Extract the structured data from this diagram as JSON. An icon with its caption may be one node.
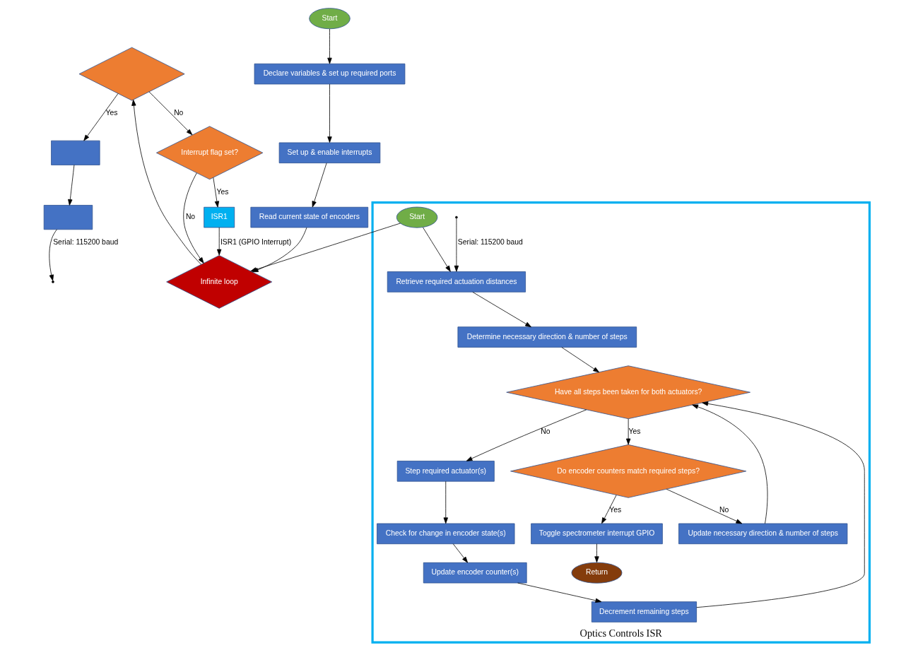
{
  "diagram": {
    "nodes": [
      {
        "text": [
          "Optics Controls ISR"
        ]
      },
      {
        "text": [
          "Start"
        ]
      },
      {
        "text": [
          "Declare variables & set up required ports"
        ]
      },
      {
        "text": [
          "Set up & enable interrupts"
        ]
      },
      {
        "text": [
          "Read current state of encoders"
        ]
      },
      {
        "text": [
          "Infinite loop"
        ]
      },
      {
        "text": [],
        "shape": "diamond"
      },
      {
        "text": [
          "Interrupt flag set?"
        ]
      },
      {
        "text": [
          "ISR1"
        ]
      },
      {
        "text": [],
        "shape": "box"
      },
      {
        "text": [],
        "shape": "box"
      },
      {
        "text": [
          "Start"
        ],
        "in": 0
      },
      {
        "text": [
          "Retrieve required actuation distances"
        ],
        "in": 0
      },
      {
        "text": [
          "Determine necessary direction & number of steps"
        ],
        "in": 0
      },
      {
        "text": [
          "Have all steps been taken for both actuators?"
        ],
        "in": 0
      },
      {
        "text": [
          "Step required actuator(s)"
        ],
        "in": 0
      },
      {
        "text": [
          "Check for change in encoder state(s)"
        ],
        "in": 0
      },
      {
        "text": [
          "Update encoder counter(s)"
        ],
        "in": 0
      },
      {
        "text": [
          "Decrement remaining steps"
        ],
        "in": 0
      },
      {
        "text": [
          "Do encoder counters match required steps?"
        ],
        "in": 0
      },
      {
        "text": [
          "Update necessary direction & number of steps"
        ],
        "in": 0
      },
      {
        "text": [
          "Toggle spectrometer interrupt GPIO"
        ],
        "in": 0
      },
      {
        "text": [
          "Return"
        ],
        "in": 0
      }
    ],
    "edges": [
      {
        "from": 1,
        "to": 2,
        "arrow": "to"
      },
      {
        "from": 2,
        "to": 3,
        "arrow": "to"
      },
      {
        "from": 3,
        "to": 4,
        "arrow": "to"
      },
      {
        "from": 4,
        "to": 5,
        "arrow": "to"
      },
      {
        "from": 5,
        "to": 6,
        "arrow": "to"
      },
      {
        "from": 6,
        "to": 7,
        "label": "No",
        "arrow": "to"
      },
      {
        "from": 7,
        "to": 5,
        "label": "No",
        "arrow": "to"
      },
      {
        "from": 7,
        "to": 8,
        "label": "Yes",
        "arrow": "to"
      },
      {
        "from": 8,
        "to": 5,
        "label": "ISR1 (GPIO Interrupt)",
        "arrow": "to"
      },
      {
        "from": 6,
        "to": 9,
        "label": "Yes",
        "arrow": "to"
      },
      {
        "from": 9,
        "to": 10,
        "arrow": "to"
      },
      {
        "from": 10,
        "to": null,
        "label": "Serial: 115200 baud",
        "arrow": "to"
      },
      {
        "from": 11,
        "to": 5,
        "arrow": "to"
      },
      {
        "from": null,
        "to": 12,
        "label": "Serial: 115200 baud",
        "arrow": "to"
      },
      {
        "from": 11,
        "to": 12,
        "arrow": "to"
      },
      {
        "from": 12,
        "to": 13,
        "arrow": "to"
      },
      {
        "from": 13,
        "to": 14,
        "arrow": "to"
      },
      {
        "from": 14,
        "to": 15,
        "label": "No",
        "arrow": "to"
      },
      {
        "from": 15,
        "to": 16,
        "arrow": "to"
      },
      {
        "from": 16,
        "to": 17,
        "arrow": "to"
      },
      {
        "from": 17,
        "to": 18,
        "arrow": "to"
      },
      {
        "from": 18,
        "to": 14,
        "arrow": "to"
      },
      {
        "from": 14,
        "to": 19,
        "label": "Yes",
        "arrow": "to"
      },
      {
        "from": 19,
        "to": 20,
        "label": "No",
        "arrow": "to"
      },
      {
        "from": 20,
        "to": 14,
        "arrow": "to"
      },
      {
        "from": 19,
        "to": 21,
        "label": "Yes",
        "arrow": "to"
      },
      {
        "from": 21,
        "to": 22,
        "arrow": "to"
      }
    ]
  }
}
